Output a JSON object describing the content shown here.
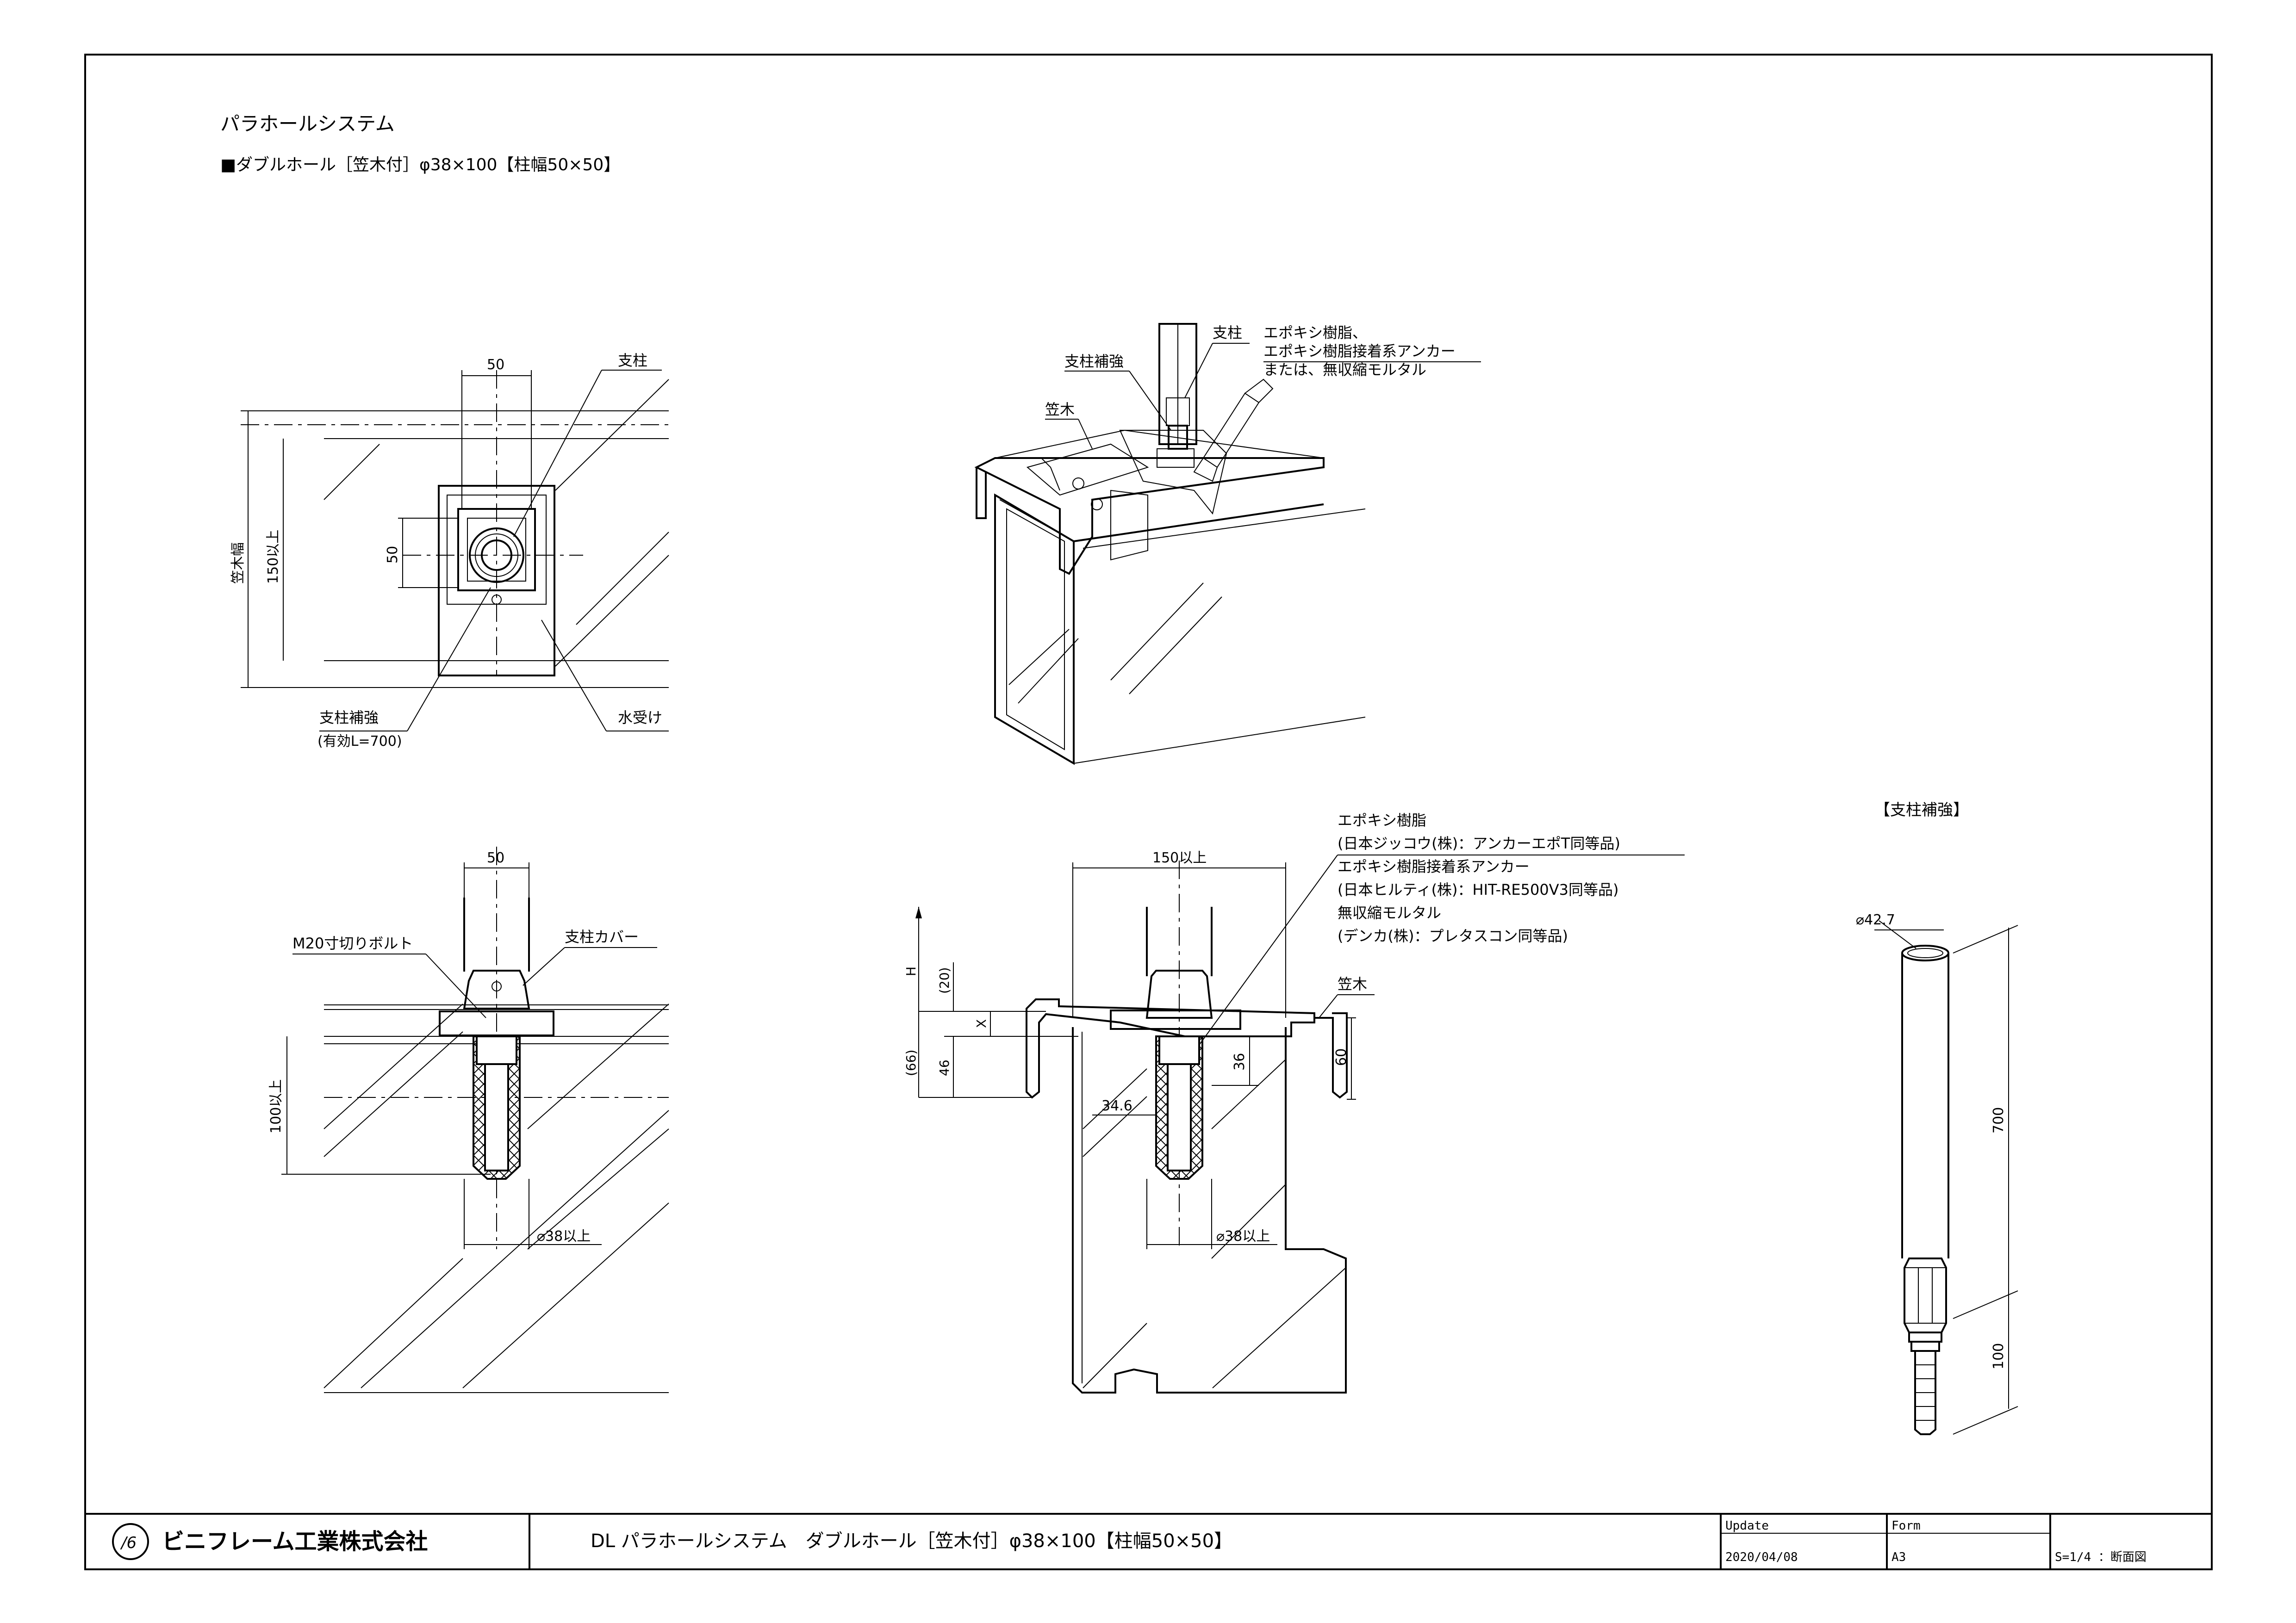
{
  "header": {
    "title": "パラホールシステム",
    "subtitle": "■ダブルホール［笠木付］φ38×100【柱幅50×50】"
  },
  "plan_view": {
    "dim_top": "50",
    "dim_side": "50",
    "dim_width": "150以上",
    "label_kasagi_width": "笠木幅",
    "label_post": "支柱",
    "label_reinforcement": "支柱補強",
    "label_effective": "(有効L=700)",
    "label_water": "水受け"
  },
  "iso_view": {
    "label_post": "支柱",
    "label_reinforcement": "支柱補強",
    "label_kasagi": "笠木",
    "note_line1": "エポキシ樹脂、",
    "note_line2": "エポキシ樹脂接着系アンカー",
    "note_line3": "または、無収縮モルタル"
  },
  "section_left": {
    "dim_top": "50",
    "label_bolt": "M20寸切りボルト",
    "label_cover": "支柱カバー",
    "dim_depth": "100以上",
    "dim_hole": "⌀38以上"
  },
  "section_right": {
    "dim_top": "150以上",
    "dim_h": "H",
    "dim_20": "(20)",
    "dim_x": "X",
    "dim_66": "(66)",
    "dim_46": "46",
    "dim_36": "36",
    "dim_60": "60",
    "dim_346": "34.6",
    "dim_hole": "⌀38以上",
    "label_kasagi": "笠木",
    "notes": [
      "エポキシ樹脂",
      "(日本ジッコウ(株)：アンカーエポT同等品)",
      "エポキシ樹脂接着系アンカー",
      "(日本ヒルティ(株)：HIT-RE500V3同等品)",
      "無収縮モルタル",
      "(デンカ(株)：プレタスコン同等品)"
    ]
  },
  "reinforcement_detail": {
    "title": "【支柱補強】",
    "dim_dia": "⌀42.7",
    "dim_700": "700",
    "dim_100": "100"
  },
  "title_block": {
    "company": "ビニフレーム工業株式会社",
    "drawing_title": "DL パラホールシステム　ダブルホール［笠木付］φ38×100【柱幅50×50】",
    "update_label": "Update",
    "update_value": "2020/04/08",
    "form_label": "Form",
    "form_value": "A3",
    "scale": "S=1/4 ：断面図"
  }
}
